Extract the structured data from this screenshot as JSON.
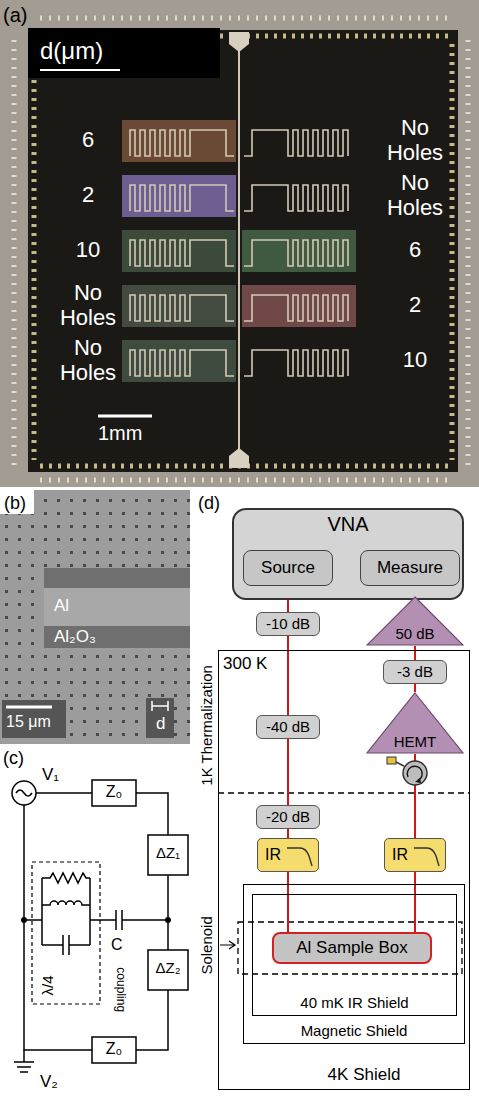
{
  "diagram": {
    "nodes": [
      {
        "text": [
          "VNA"
        ]
      },
      {
        "text": [
          "Source"
        ],
        "in": 0
      },
      {
        "text": [
          "Measure"
        ],
        "in": 0
      },
      {
        "text": [
          "-10 dB"
        ]
      },
      {
        "text": [
          "50 dB"
        ]
      },
      {
        "text": [
          "4K Shield"
        ]
      },
      {
        "text": [
          "-3 dB"
        ],
        "in": 5
      },
      {
        "text": [
          "HEMT"
        ],
        "in": 5
      },
      {
        "text": [
          "-40 dB"
        ],
        "in": 5
      },
      {
        "text": [
          "-20 dB"
        ],
        "in": 5
      },
      {
        "text": [
          "IR"
        ],
        "in": 5
      },
      {
        "text": [
          "IR"
        ],
        "in": 5
      },
      {
        "text": [
          "Magnetic Shield"
        ],
        "in": 5
      },
      {
        "text": [
          "40 mK IR Shield"
        ],
        "in": 12
      },
      {
        "text": [
          "Al Sample Box"
        ],
        "in": 13
      }
    ],
    "edges": [
      {
        "from": 1,
        "to": 3,
        "arrow": "none"
      },
      {
        "from": 3,
        "to": 8,
        "arrow": "none"
      },
      {
        "from": 8,
        "to": 9,
        "arrow": "none"
      },
      {
        "from": 9,
        "to": 10,
        "arrow": "none"
      },
      {
        "from": 10,
        "to": 14,
        "arrow": "none"
      },
      {
        "from": 14,
        "to": 11,
        "arrow": "none"
      },
      {
        "from": 11,
        "to": 7,
        "arrow": "none"
      },
      {
        "from": 7,
        "to": 6,
        "arrow": "none"
      },
      {
        "from": 6,
        "to": 4,
        "arrow": "none"
      },
      {
        "from": 4,
        "to": 2,
        "arrow": "none"
      }
    ],
    "labels": [
      "(a)",
      "d(μm)",
      "6",
      "2",
      "10",
      "No Holes",
      "No Holes",
      "No Holes",
      "No Holes",
      "6",
      "2",
      "10",
      "1mm",
      "(b)",
      "Al",
      "Al₂O₃",
      "15 μm",
      "d",
      "(c)",
      "V₁",
      "Z₀",
      "ΔZ₁",
      "λ/4",
      "C",
      "coupling",
      "ΔZ₂",
      "Z₀",
      "V₂",
      "(d)",
      "300 K",
      "1K Thermalization",
      "Solenoid"
    ]
  }
}
